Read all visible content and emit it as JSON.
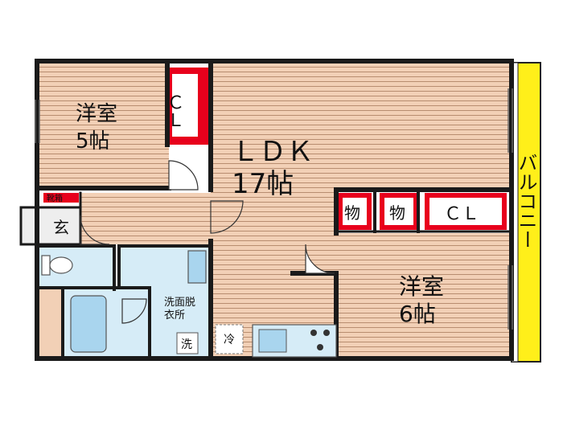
{
  "rooms": {
    "western_5": {
      "name": "洋室",
      "size": "5帖"
    },
    "ldk": {
      "name": "ＬＤＫ",
      "size": "17帖"
    },
    "western_6": {
      "name": "洋室",
      "size": "6帖"
    },
    "entrance": {
      "label": "玄"
    },
    "shoe_box": {
      "label": "靴箱"
    },
    "washroom": {
      "name": "洗面脱",
      "name2": "衣所"
    },
    "balcony": {
      "label": "バルコニー"
    }
  },
  "storage": {
    "closet_top": "ＣＬ",
    "closet_right": "ＣＬ",
    "mono_1": "物",
    "mono_2": "物"
  },
  "fixtures": {
    "fridge": "冷",
    "washer": "洗"
  },
  "colors": {
    "wall": "#1a1a1a",
    "floor": "#f2d0b6",
    "floor_line": "#b88d70",
    "storage_red": "#e8001c",
    "wet_area": "#d6ecf7",
    "balcony_yellow": "#ffef1a"
  }
}
